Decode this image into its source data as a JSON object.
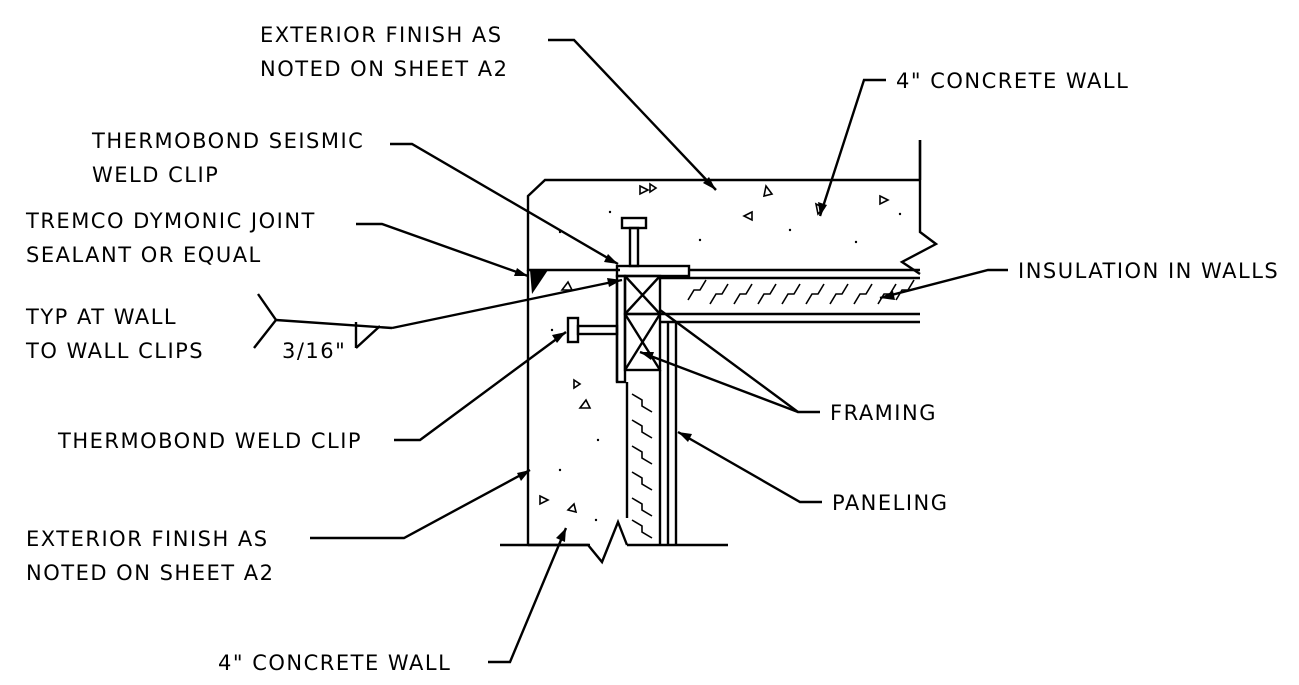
{
  "labels": {
    "ext_finish_top_1": "EXTERIOR FINISH AS",
    "ext_finish_top_2": "NOTED ON SHEET A2",
    "concrete_top": "4\" CONCRETE WALL",
    "seismic_clip_1": "THERMOBOND SEISMIC",
    "seismic_clip_2": "WELD CLIP",
    "sealant_1": "TREMCO DYMONIC JOINT",
    "sealant_2": "SEALANT OR EQUAL",
    "insulation": "INSULATION IN WALLS",
    "weld_note_1": "TYP AT WALL",
    "weld_note_2": "TO WALL CLIPS",
    "weld_size": "3/16\"",
    "framing": "FRAMING",
    "weld_clip": "THERMOBOND WELD CLIP",
    "paneling": "PANELING",
    "ext_finish_bot_1": "EXTERIOR FINISH AS",
    "ext_finish_bot_2": "NOTED ON SHEET A2",
    "concrete_bot": "4\" CONCRETE WALL"
  }
}
